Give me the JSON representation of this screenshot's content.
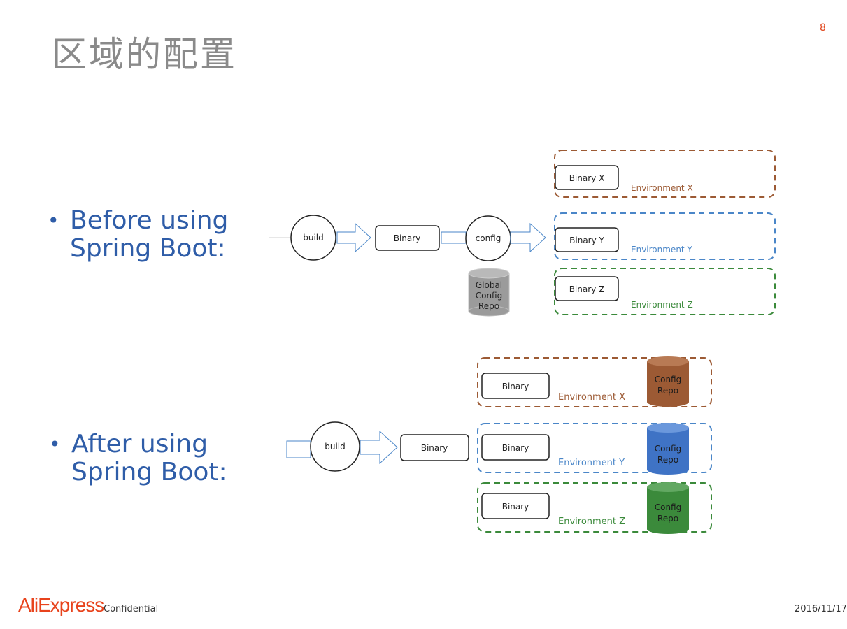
{
  "slide": {
    "title": "区域的配置",
    "page_number": "8",
    "bullets": [
      {
        "line1": "Before using",
        "line2": "Spring Boot:"
      },
      {
        "line1": "After using",
        "line2": "Spring Boot:"
      }
    ]
  },
  "before_diagram": {
    "build_label": "build",
    "binary_label": "Binary",
    "config_label": "config",
    "global_repo": [
      "Global",
      "Config",
      "Repo"
    ],
    "environments": [
      {
        "binary": "Binary X",
        "env": "Environment X",
        "color": "#9c5a34"
      },
      {
        "binary": "Binary Y",
        "env": "Environment Y",
        "color": "#4a86c8"
      },
      {
        "binary": "Binary Z",
        "env": "Environment Z",
        "color": "#3b8a3b"
      }
    ]
  },
  "after_diagram": {
    "build_label": "build",
    "binary_label": "Binary",
    "environments": [
      {
        "binary": "Binary",
        "env": "Environment X",
        "repo": [
          "Config",
          "Repo"
        ],
        "color": "#9c5a34"
      },
      {
        "binary": "Binary",
        "env": "Environment Y",
        "repo": [
          "Config",
          "Repo"
        ],
        "color": "#4a86c8"
      },
      {
        "binary": "Binary",
        "env": "Environment Z",
        "repo": [
          "Config",
          "Repo"
        ],
        "color": "#3b8a3b"
      }
    ]
  },
  "footer": {
    "brand": "AliExpress",
    "confidential": "Confidential",
    "date": "2016/11/17"
  },
  "colors": {
    "brand": "#e8431c",
    "bullet_text": "#2f5da8",
    "title": "#8a8a8a",
    "arrow": "#4a86c8",
    "repo_gray": "#9b9b9b"
  }
}
